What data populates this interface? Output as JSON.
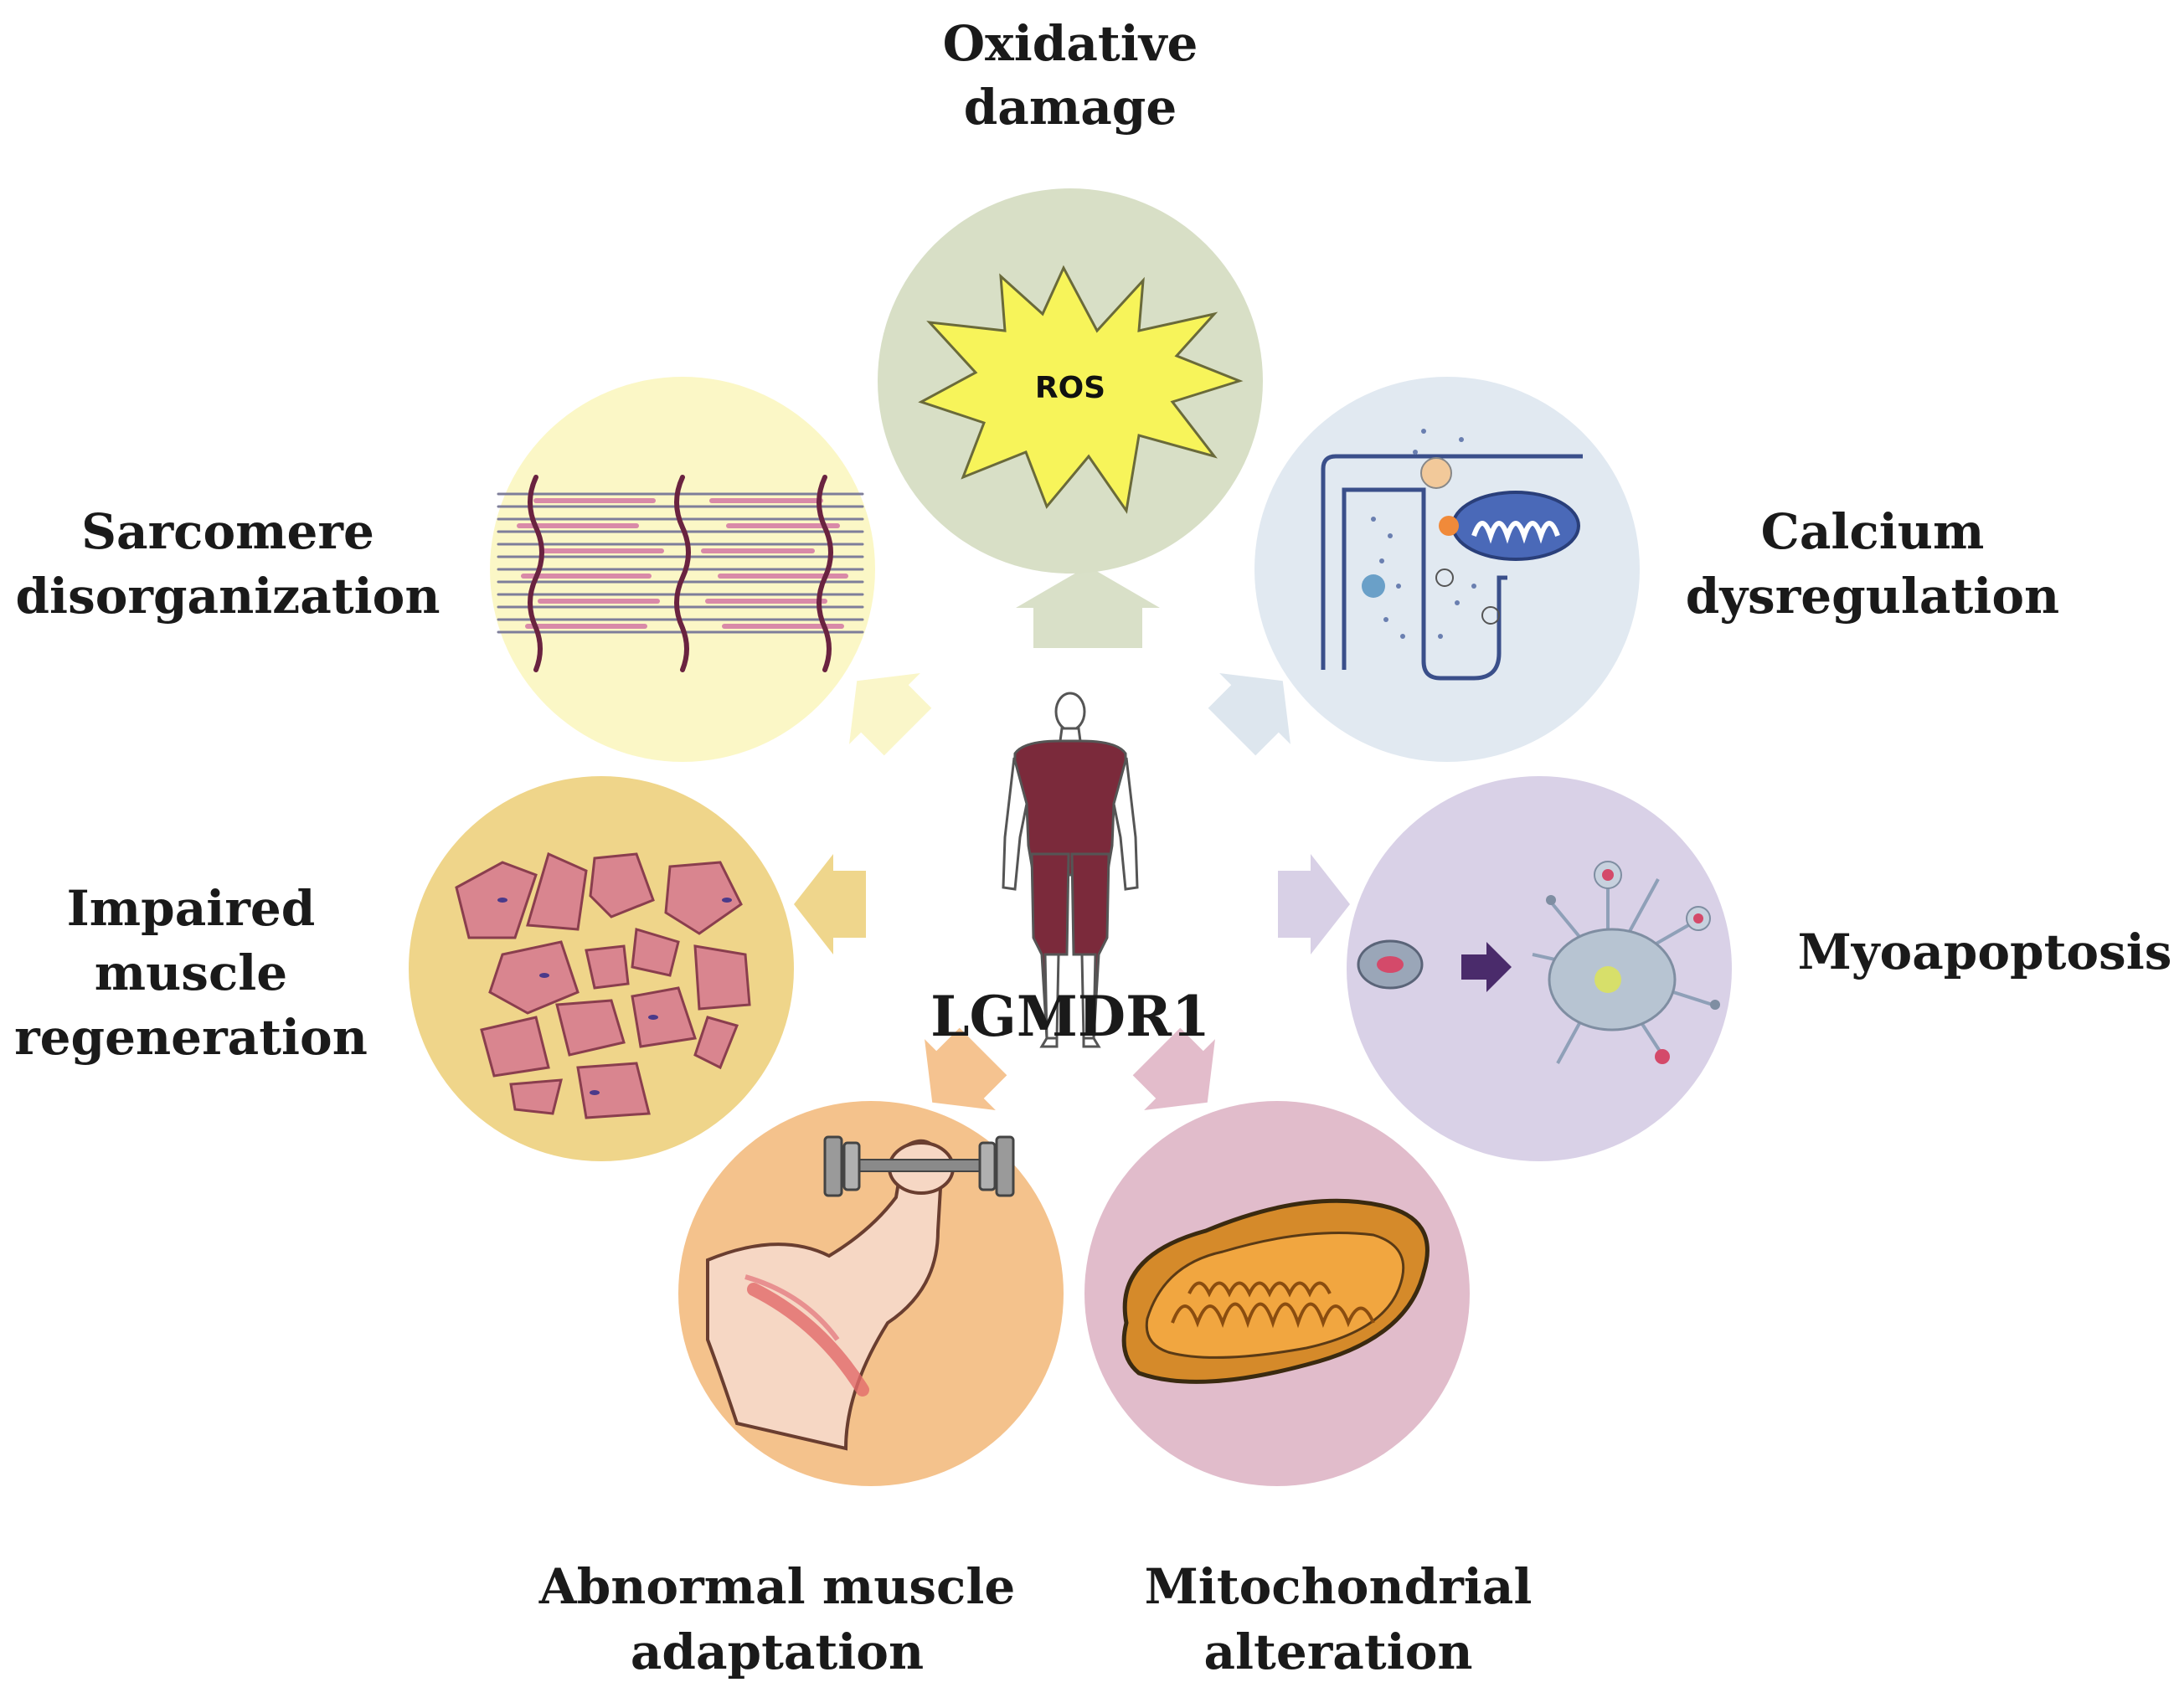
{
  "center": {
    "label": "LGMDR1"
  },
  "colors": {
    "oxidative": "#d8dfc6",
    "calcium": "#e1e9f1",
    "myoapoptosis": "#d9d1e7",
    "mitochondrial": "#e1bccb",
    "adaptation": "#f4c28c",
    "regeneration": "#efd58a",
    "sarcomere": "#fbf7c6",
    "muscle": "#7b2a3b"
  },
  "nodes": {
    "oxidative": {
      "line1": "Oxidative",
      "line2": "damage",
      "badge": "ROS",
      "icon": "ros-starburst-icon"
    },
    "calcium": {
      "line1": "Calcium",
      "line2": "dysregulation",
      "icon": "calcium-channel-icon"
    },
    "myoapoptosis": {
      "line1": "Myoapoptosis",
      "icon": "apoptotic-cell-icon"
    },
    "mitochondrial": {
      "line1": "Mitochondrial",
      "line2": "alteration",
      "icon": "mitochondrion-icon"
    },
    "adaptation": {
      "line1": "Abnormal muscle",
      "line2": "adaptation",
      "icon": "flexed-arm-dumbbell-icon"
    },
    "regeneration": {
      "line1": "Impaired",
      "line2": "muscle",
      "line3": "regeneration",
      "icon": "muscle-fibers-icon"
    },
    "sarcomere": {
      "line1": "Sarcomere",
      "line2": "disorganization",
      "icon": "sarcomere-icon"
    }
  }
}
